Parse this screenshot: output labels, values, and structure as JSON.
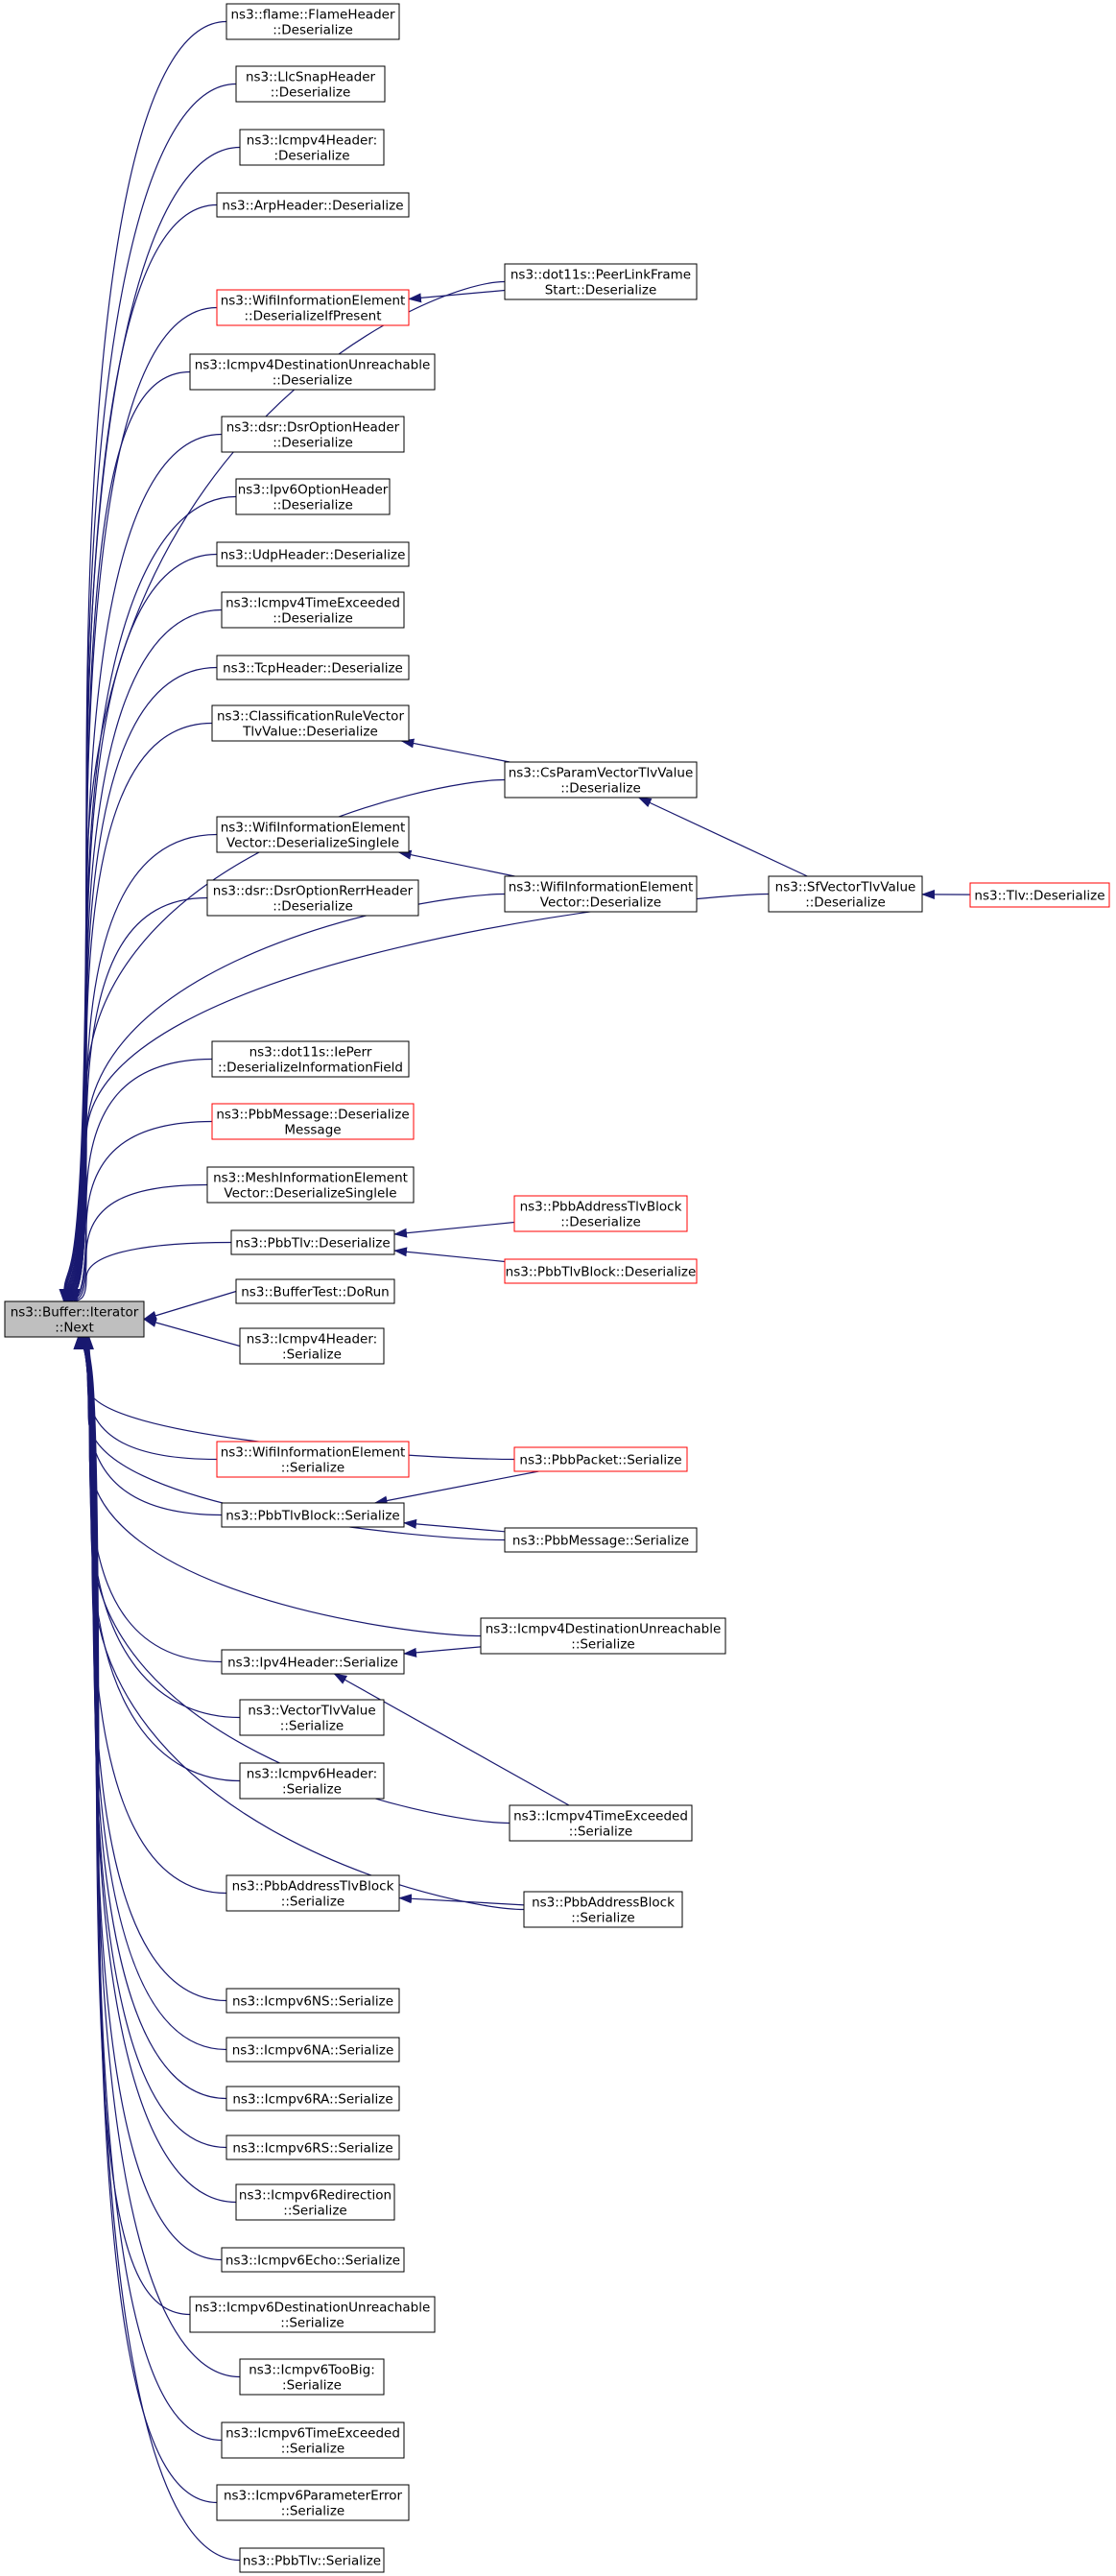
{
  "title": "ns3::Buffer::Iterator::Next caller graph",
  "colors": {
    "edge": "#191970",
    "box_border": "#000000",
    "box_border_truncated": "#ff0000",
    "focus_fill": "#bfbfbf",
    "box_fill": "#ffffff"
  },
  "nodes": [
    {
      "id": "root",
      "lines": [
        "ns3::Buffer::Iterator",
        "::Next"
      ],
      "border": "focus"
    },
    {
      "id": "flame",
      "lines": [
        "ns3::flame::FlameHeader",
        "::Deserialize"
      ],
      "border": "normal"
    },
    {
      "id": "llc",
      "lines": [
        "ns3::LlcSnapHeader",
        "::Deserialize"
      ],
      "border": "normal"
    },
    {
      "id": "icmpv4h_d",
      "lines": [
        "ns3::Icmpv4Header:",
        ":Deserialize"
      ],
      "border": "normal"
    },
    {
      "id": "arp",
      "lines": [
        "ns3::ArpHeader::Deserialize"
      ],
      "border": "normal"
    },
    {
      "id": "wie_dip",
      "lines": [
        "ns3::WifiInformationElement",
        "::DeserializeIfPresent"
      ],
      "border": "red"
    },
    {
      "id": "icmpv4du_d",
      "lines": [
        "ns3::Icmpv4DestinationUnreachable",
        "::Deserialize"
      ],
      "border": "normal"
    },
    {
      "id": "dsropt",
      "lines": [
        "ns3::dsr::DsrOptionHeader",
        "::Deserialize"
      ],
      "border": "normal"
    },
    {
      "id": "ipv6opt",
      "lines": [
        "ns3::Ipv6OptionHeader",
        "::Deserialize"
      ],
      "border": "normal"
    },
    {
      "id": "udp",
      "lines": [
        "ns3::UdpHeader::Deserialize"
      ],
      "border": "normal"
    },
    {
      "id": "icmpv4te_d",
      "lines": [
        "ns3::Icmpv4TimeExceeded",
        "::Deserialize"
      ],
      "border": "normal"
    },
    {
      "id": "tcp",
      "lines": [
        "ns3::TcpHeader::Deserialize"
      ],
      "border": "normal"
    },
    {
      "id": "crvtlv",
      "lines": [
        "ns3::ClassificationRuleVector",
        "TlvValue::Deserialize"
      ],
      "border": "normal"
    },
    {
      "id": "wiev_ds",
      "lines": [
        "ns3::WifiInformationElement",
        "Vector::DeserializeSingleIe"
      ],
      "border": "normal"
    },
    {
      "id": "dsrrerr",
      "lines": [
        "ns3::dsr::DsrOptionRerrHeader",
        "::Deserialize"
      ],
      "border": "normal"
    },
    {
      "id": "peerlink",
      "lines": [
        "ns3::dot11s::PeerLinkFrame",
        "Start::Deserialize"
      ],
      "border": "normal"
    },
    {
      "id": "csparam",
      "lines": [
        "ns3::CsParamVectorTlvValue",
        "::Deserialize"
      ],
      "border": "normal"
    },
    {
      "id": "wiev_d",
      "lines": [
        "ns3::WifiInformationElement",
        "Vector::Deserialize"
      ],
      "border": "normal"
    },
    {
      "id": "sfvector",
      "lines": [
        "ns3::SfVectorTlvValue",
        "::Deserialize"
      ],
      "border": "normal"
    },
    {
      "id": "tlv",
      "lines": [
        "ns3::Tlv::Deserialize"
      ],
      "border": "red"
    },
    {
      "id": "ieperr",
      "lines": [
        "ns3::dot11s::IePerr",
        "::DeserializeInformationField"
      ],
      "border": "normal"
    },
    {
      "id": "pbbmsg_dm",
      "lines": [
        "ns3::PbbMessage::Deserialize",
        "Message"
      ],
      "border": "red"
    },
    {
      "id": "mesh",
      "lines": [
        "ns3::MeshInformationElement",
        "Vector::DeserializeSingleIe"
      ],
      "border": "normal"
    },
    {
      "id": "pbbtlv_d",
      "lines": [
        "ns3::PbbTlv::Deserialize"
      ],
      "border": "normal"
    },
    {
      "id": "pbbaddrtlvb_d",
      "lines": [
        "ns3::PbbAddressTlvBlock",
        "::Deserialize"
      ],
      "border": "red"
    },
    {
      "id": "pbbtlvb_d",
      "lines": [
        "ns3::PbbTlvBlock::Deserialize"
      ],
      "border": "red"
    },
    {
      "id": "buftest",
      "lines": [
        "ns3::BufferTest::DoRun"
      ],
      "border": "normal"
    },
    {
      "id": "icmpv4h_s",
      "lines": [
        "ns3::Icmpv4Header:",
        ":Serialize"
      ],
      "border": "normal"
    },
    {
      "id": "wie_s",
      "lines": [
        "ns3::WifiInformationElement",
        "::Serialize"
      ],
      "border": "red"
    },
    {
      "id": "pbbpkt_s",
      "lines": [
        "ns3::PbbPacket::Serialize"
      ],
      "border": "red"
    },
    {
      "id": "pbbtlvb_s",
      "lines": [
        "ns3::PbbTlvBlock::Serialize"
      ],
      "border": "normal"
    },
    {
      "id": "pbbmsg_s",
      "lines": [
        "ns3::PbbMessage::Serialize"
      ],
      "border": "normal"
    },
    {
      "id": "icmpv4du_s",
      "lines": [
        "ns3::Icmpv4DestinationUnreachable",
        "::Serialize"
      ],
      "border": "normal"
    },
    {
      "id": "ipv4h_s",
      "lines": [
        "ns3::Ipv4Header::Serialize"
      ],
      "border": "normal"
    },
    {
      "id": "vectortlv",
      "lines": [
        "ns3::VectorTlvValue",
        "::Serialize"
      ],
      "border": "normal"
    },
    {
      "id": "icmpv6h_s",
      "lines": [
        "ns3::Icmpv6Header:",
        ":Serialize"
      ],
      "border": "normal"
    },
    {
      "id": "icmpv4te_s",
      "lines": [
        "ns3::Icmpv4TimeExceeded",
        "::Serialize"
      ],
      "border": "normal"
    },
    {
      "id": "pbbaddrtlvb_s",
      "lines": [
        "ns3::PbbAddressTlvBlock",
        "::Serialize"
      ],
      "border": "normal"
    },
    {
      "id": "pbbaddrblk_s",
      "lines": [
        "ns3::PbbAddressBlock",
        "::Serialize"
      ],
      "border": "normal"
    },
    {
      "id": "ns",
      "lines": [
        "ns3::Icmpv6NS::Serialize"
      ],
      "border": "normal"
    },
    {
      "id": "na",
      "lines": [
        "ns3::Icmpv6NA::Serialize"
      ],
      "border": "normal"
    },
    {
      "id": "ra",
      "lines": [
        "ns3::Icmpv6RA::Serialize"
      ],
      "border": "normal"
    },
    {
      "id": "rs",
      "lines": [
        "ns3::Icmpv6RS::Serialize"
      ],
      "border": "normal"
    },
    {
      "id": "redir",
      "lines": [
        "ns3::Icmpv6Redirection",
        "::Serialize"
      ],
      "border": "normal"
    },
    {
      "id": "echo",
      "lines": [
        "ns3::Icmpv6Echo::Serialize"
      ],
      "border": "normal"
    },
    {
      "id": "icmpv6du",
      "lines": [
        "ns3::Icmpv6DestinationUnreachable",
        "::Serialize"
      ],
      "border": "normal"
    },
    {
      "id": "toobig",
      "lines": [
        "ns3::Icmpv6TooBig:",
        ":Serialize"
      ],
      "border": "normal"
    },
    {
      "id": "icmpv6te",
      "lines": [
        "ns3::Icmpv6TimeExceeded",
        "::Serialize"
      ],
      "border": "normal"
    },
    {
      "id": "parmerr",
      "lines": [
        "ns3::Icmpv6ParameterError",
        "::Serialize"
      ],
      "border": "normal"
    },
    {
      "id": "pbbtlv_s",
      "lines": [
        "ns3::PbbTlv::Serialize"
      ],
      "border": "normal"
    }
  ],
  "edges": [
    {
      "from": "flame",
      "to": "root"
    },
    {
      "from": "llc",
      "to": "root"
    },
    {
      "from": "icmpv4h_d",
      "to": "root"
    },
    {
      "from": "arp",
      "to": "root"
    },
    {
      "from": "peerlink",
      "to": "root"
    },
    {
      "from": "wie_dip",
      "to": "root"
    },
    {
      "from": "peerlink",
      "to": "wie_dip"
    },
    {
      "from": "icmpv4du_d",
      "to": "root"
    },
    {
      "from": "dsropt",
      "to": "root"
    },
    {
      "from": "ipv6opt",
      "to": "root"
    },
    {
      "from": "udp",
      "to": "root"
    },
    {
      "from": "icmpv4te_d",
      "to": "root"
    },
    {
      "from": "tcp",
      "to": "root"
    },
    {
      "from": "crvtlv",
      "to": "root"
    },
    {
      "from": "csparam",
      "to": "crvtlv"
    },
    {
      "from": "csparam",
      "to": "root"
    },
    {
      "from": "sfvector",
      "to": "csparam"
    },
    {
      "from": "wiev_ds",
      "to": "root"
    },
    {
      "from": "wiev_d",
      "to": "wiev_ds"
    },
    {
      "from": "dsrrerr",
      "to": "root"
    },
    {
      "from": "wiev_d",
      "to": "root"
    },
    {
      "from": "sfvector",
      "to": "root"
    },
    {
      "from": "tlv",
      "to": "sfvector"
    },
    {
      "from": "ieperr",
      "to": "root"
    },
    {
      "from": "pbbmsg_dm",
      "to": "root"
    },
    {
      "from": "mesh",
      "to": "root"
    },
    {
      "from": "pbbtlv_d",
      "to": "root"
    },
    {
      "from": "pbbaddrtlvb_d",
      "to": "pbbtlv_d"
    },
    {
      "from": "pbbtlvb_d",
      "to": "pbbtlv_d"
    },
    {
      "from": "buftest",
      "to": "root"
    },
    {
      "from": "icmpv4h_s",
      "to": "root"
    },
    {
      "from": "pbbpkt_s",
      "to": "root"
    },
    {
      "from": "wie_s",
      "to": "root"
    },
    {
      "from": "pbbtlvb_s",
      "to": "root"
    },
    {
      "from": "pbbpkt_s",
      "to": "pbbtlvb_s"
    },
    {
      "from": "pbbmsg_s",
      "to": "pbbtlvb_s"
    },
    {
      "from": "pbbmsg_s",
      "to": "root"
    },
    {
      "from": "icmpv4du_s",
      "to": "root"
    },
    {
      "from": "ipv4h_s",
      "to": "root"
    },
    {
      "from": "icmpv4du_s",
      "to": "ipv4h_s"
    },
    {
      "from": "icmpv4te_s",
      "to": "ipv4h_s"
    },
    {
      "from": "vectortlv",
      "to": "root"
    },
    {
      "from": "icmpv6h_s",
      "to": "root"
    },
    {
      "from": "icmpv4te_s",
      "to": "root"
    },
    {
      "from": "pbbaddrtlvb_s",
      "to": "root"
    },
    {
      "from": "pbbaddrblk_s",
      "to": "pbbaddrtlvb_s"
    },
    {
      "from": "pbbaddrblk_s",
      "to": "root"
    },
    {
      "from": "ns",
      "to": "root"
    },
    {
      "from": "na",
      "to": "root"
    },
    {
      "from": "ra",
      "to": "root"
    },
    {
      "from": "rs",
      "to": "root"
    },
    {
      "from": "redir",
      "to": "root"
    },
    {
      "from": "echo",
      "to": "root"
    },
    {
      "from": "icmpv6du",
      "to": "root"
    },
    {
      "from": "toobig",
      "to": "root"
    },
    {
      "from": "icmpv6te",
      "to": "root"
    },
    {
      "from": "parmerr",
      "to": "root"
    },
    {
      "from": "pbbtlv_s",
      "to": "root"
    }
  ]
}
